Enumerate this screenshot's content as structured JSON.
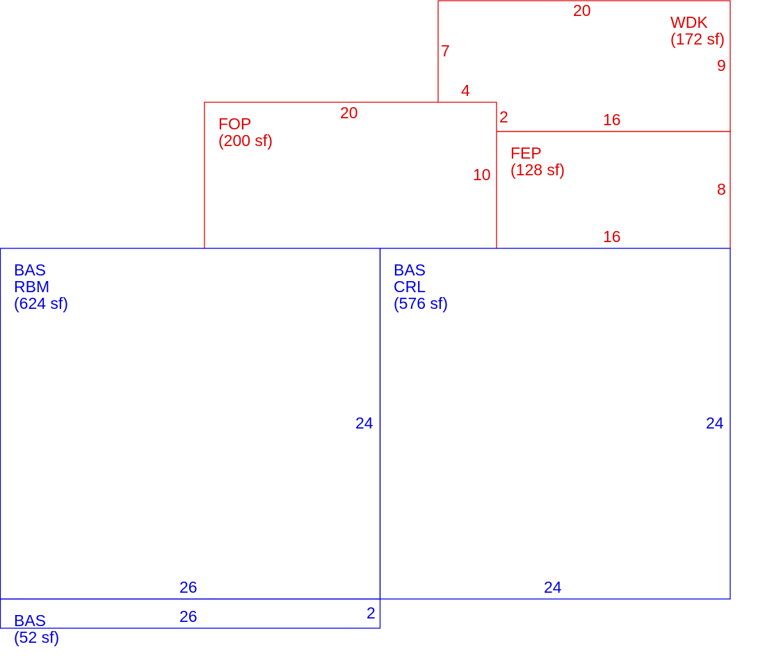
{
  "colors": {
    "addition_color": "#e00000",
    "base_color": "#0000e0"
  },
  "areas": {
    "wdk": {
      "code": "WDK",
      "area": "(172 sf)",
      "dims": {
        "top": "20",
        "left": "7",
        "notch": "4",
        "step": "2",
        "right": "9",
        "bottom": "16"
      }
    },
    "fop": {
      "code": "FOP",
      "area": "(200 sf)",
      "dims": {
        "top": "20",
        "right": "10"
      }
    },
    "fep": {
      "code": "FEP",
      "area": "(128 sf)",
      "dims": {
        "right": "8",
        "bottom": "16"
      }
    },
    "bas_rbm": {
      "code": "BAS",
      "subcode": "RBM",
      "area": "(624 sf)",
      "dims": {
        "right": "24",
        "bottom": "26"
      }
    },
    "bas_crl": {
      "code": "BAS",
      "subcode": "CRL",
      "area": "(576 sf)",
      "dims": {
        "right": "24",
        "bottom": "24"
      }
    },
    "bas_strip": {
      "code": "BAS",
      "area": "(52 sf)",
      "dims": {
        "top": "26",
        "right": "2"
      }
    }
  }
}
